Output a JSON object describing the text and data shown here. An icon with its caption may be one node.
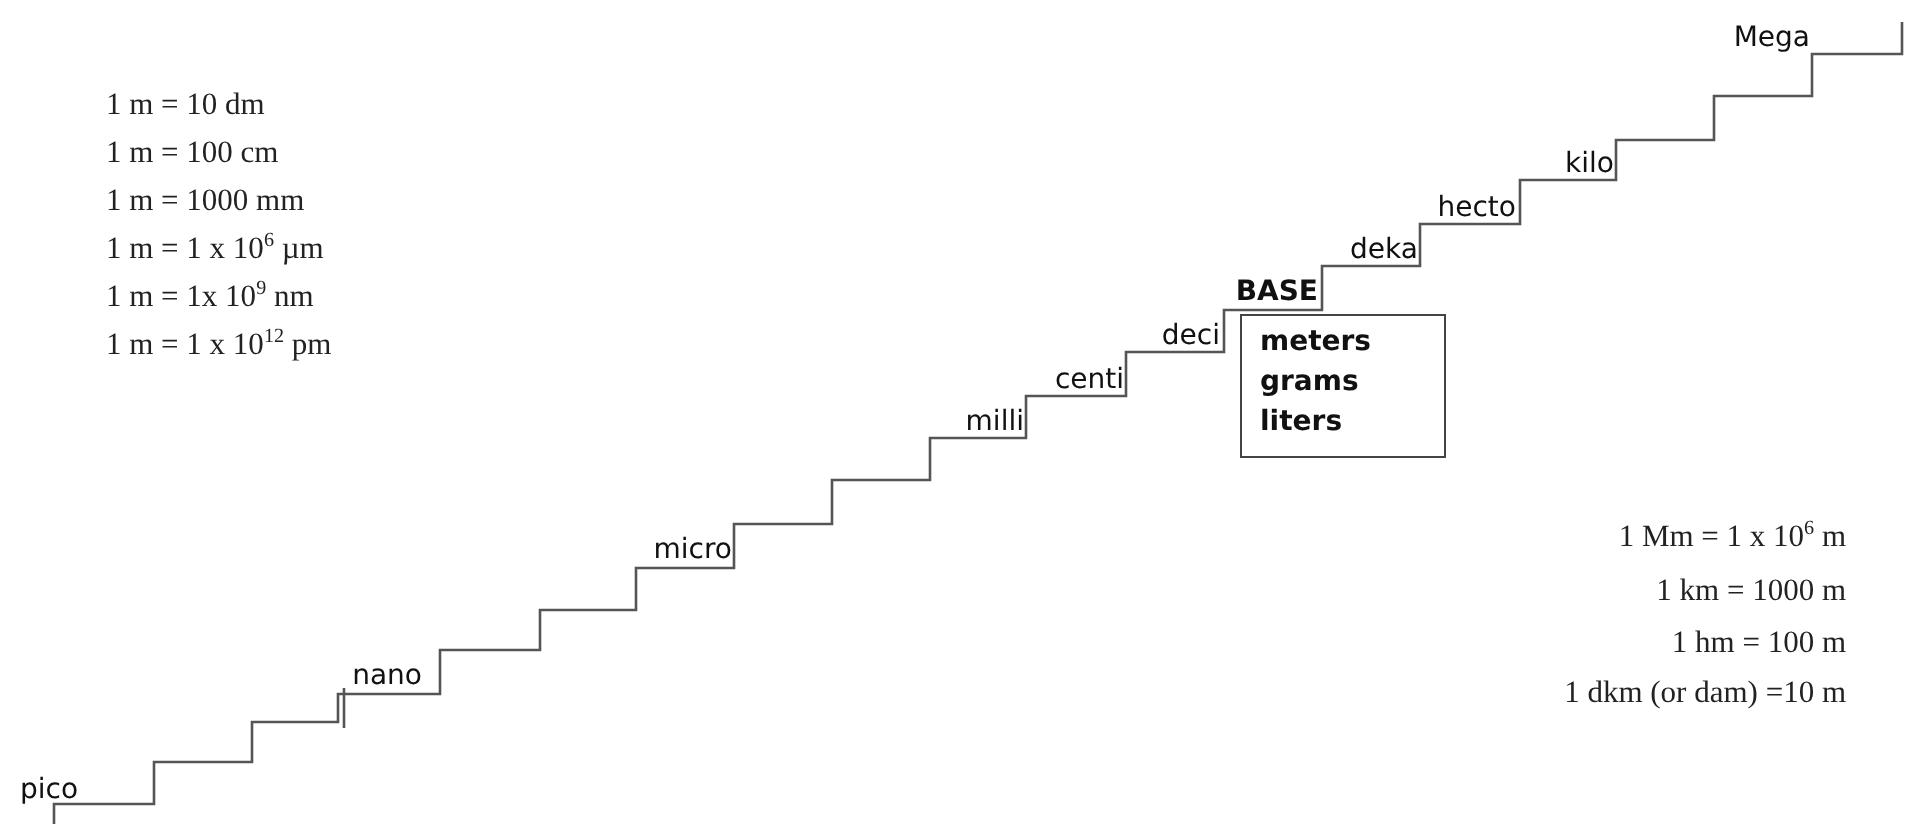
{
  "diagram": {
    "nodes": [
      {
        "text": [
          "meters grams liters"
        ]
      }
    ],
    "labels": [
      "1 m = 10 dm",
      "1 m = 100 cm",
      "1 m = 1000 mm",
      "1 m = 1 x 10$^{6}$ µm",
      "1 m = 1x 10$^{9}$ nm",
      "1 m = 1 x 10$^{12}$ pm",
      "Mega",
      "kilo",
      "hecto",
      "deka",
      "BASE",
      "deci",
      "centi",
      "milli",
      "micro",
      "nano",
      "pico",
      "1 Mm = 1 x 10$^{6}$ m",
      "1 km = 1000 m",
      "1 hm = 100 m",
      "1 dkm (or dam) =10 m"
    ]
  }
}
